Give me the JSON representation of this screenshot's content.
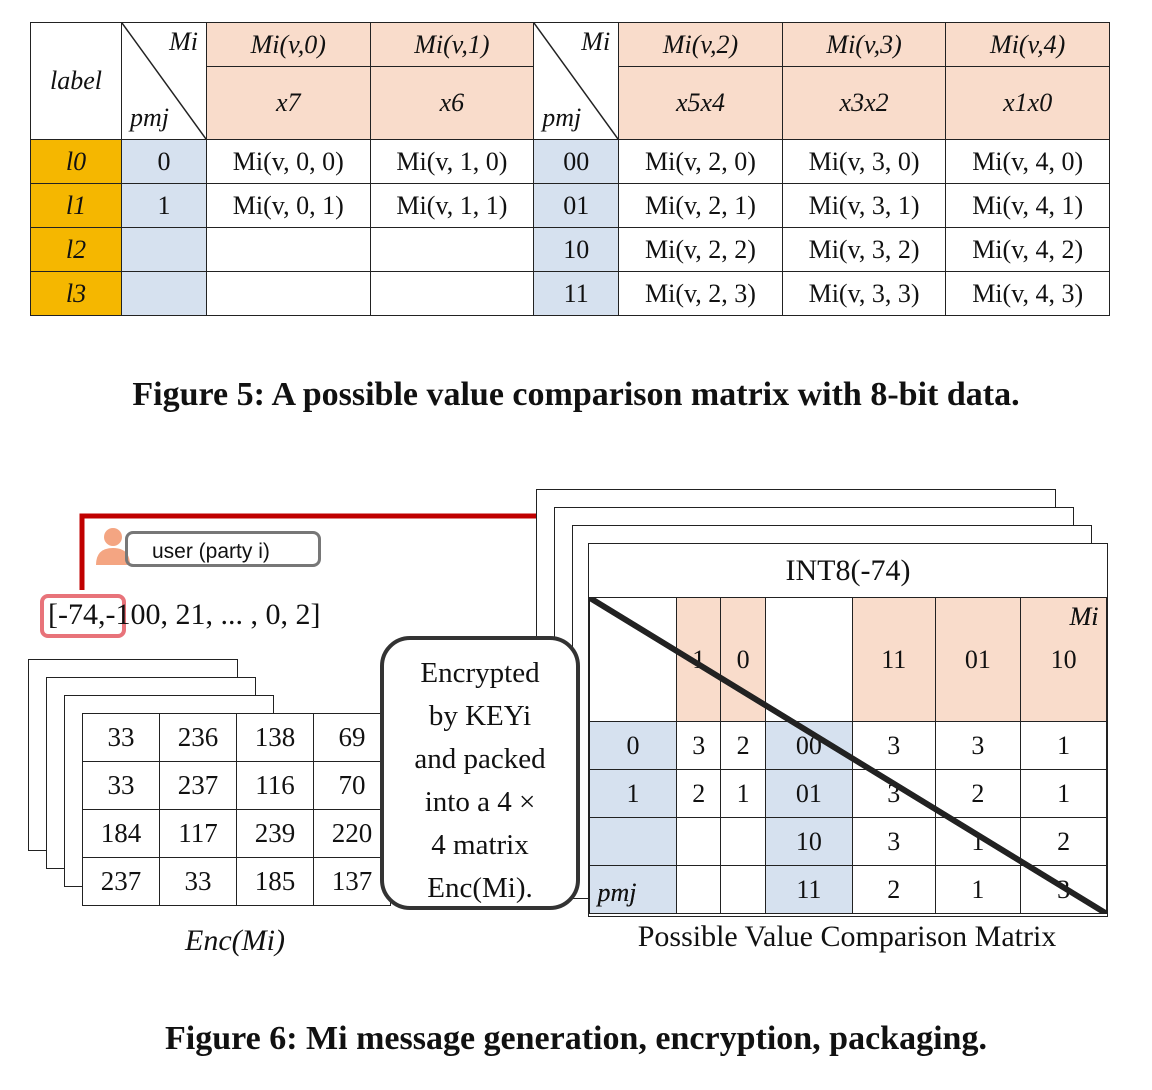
{
  "figure5": {
    "header_row1": {
      "m": "Mi",
      "c0": "Mi(v,0)",
      "c1": "Mi(v,1)",
      "m2": "Mi",
      "c2": "Mi(v,2)",
      "c3": "Mi(v,3)",
      "c4": "Mi(v,4)"
    },
    "label_head": "label",
    "pm_head": "pmj",
    "header_row2": {
      "c0": "x7",
      "c1": "x6",
      "c2": "x5x4",
      "c3": "x3x2",
      "c4": "x1x0"
    },
    "rows": [
      {
        "label": "l0",
        "pm1": "0",
        "a": "Mi(v, 0, 0)",
        "b": "Mi(v, 1, 0)",
        "pm2": "00",
        "c": "Mi(v, 2, 0)",
        "d": "Mi(v, 3, 0)",
        "e": "Mi(v, 4, 0)"
      },
      {
        "label": "l1",
        "pm1": "1",
        "a": "Mi(v, 0, 1)",
        "b": "Mi(v, 1, 1)",
        "pm2": "01",
        "c": "Mi(v, 2, 1)",
        "d": "Mi(v, 3, 1)",
        "e": "Mi(v, 4, 1)"
      },
      {
        "label": "l2",
        "pm1": "",
        "a": "",
        "b": "",
        "pm2": "10",
        "c": "Mi(v, 2, 2)",
        "d": "Mi(v, 3, 2)",
        "e": "Mi(v, 4, 2)"
      },
      {
        "label": "l3",
        "pm1": "",
        "a": "",
        "b": "",
        "pm2": "11",
        "c": "Mi(v, 2, 3)",
        "d": "Mi(v, 3, 3)",
        "e": "Mi(v, 4, 3)"
      }
    ],
    "caption": "Figure 5: A possible value comparison matrix with 8-bit data."
  },
  "figure6": {
    "user_label": "user (party i)",
    "vector_first": "[-74,",
    "vector_rest": "-100, 21, ... , 0, 2]",
    "enc_matrix": [
      [
        "33",
        "236",
        "138",
        "69"
      ],
      [
        "33",
        "237",
        "116",
        "70"
      ],
      [
        "184",
        "117",
        "239",
        "220"
      ],
      [
        "237",
        "33",
        "185",
        "137"
      ]
    ],
    "enc_label": "Enc(Mi)",
    "callout": [
      "Encrypted",
      "by KEYi",
      "and packed",
      "into a 4 ×",
      "4 matrix",
      "Enc(Mi)."
    ],
    "pv_title": "INT8(-74)",
    "pv_head": {
      "m": "Mi",
      "pm": "pmj",
      "c1": "1",
      "c2": "0",
      "c3": "11",
      "c4": "01",
      "c5": "10"
    },
    "pv_rows": [
      {
        "pm1": "0",
        "a": "3",
        "b": "2",
        "pm2": "00",
        "c": "3",
        "d": "3",
        "e": "1"
      },
      {
        "pm1": "1",
        "a": "2",
        "b": "1",
        "pm2": "01",
        "c": "3",
        "d": "2",
        "e": "1"
      },
      {
        "pm1": "",
        "a": "",
        "b": "",
        "pm2": "10",
        "c": "3",
        "d": "1",
        "e": "2"
      },
      {
        "pm1": "",
        "a": "",
        "b": "",
        "pm2": "11",
        "c": "2",
        "d": "1",
        "e": "3"
      }
    ],
    "pv_label": "Possible Value Comparison Matrix",
    "caption": "Figure 6: Mi message generation, encryption, packaging.",
    "colors": {
      "arrow": "#c00000",
      "highlight": "#e8737a",
      "peach": "#f9dccb",
      "blue": "#d6e1ef",
      "gold": "#f5b700"
    }
  }
}
